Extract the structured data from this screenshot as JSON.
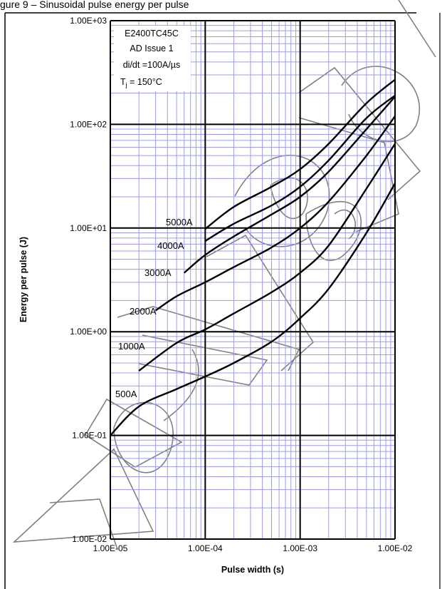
{
  "header_text": "gure 9 – Sinusoidal pulse energy per pulse",
  "chart_data": {
    "type": "line",
    "x_scale": "log",
    "y_scale": "log",
    "xlim": [
      1e-05,
      0.01
    ],
    "ylim": [
      0.01,
      1000
    ],
    "grid": true,
    "xlabel": "Pulse width (s)",
    "ylabel": "Energy per pulse (J)",
    "x_ticks": [
      "1.00E-05",
      "1.00E-04",
      "1.00E-03",
      "1.00E-02"
    ],
    "y_ticks": [
      "1.00E-02",
      "1.00E-01",
      "1.00E+00",
      "1.00E+01",
      "1.00E+02",
      "1.00E+03"
    ],
    "annotations": [
      "E2400TC45C",
      "AD Issue 1",
      "di/dt =100A/µs",
      "T",
      "j",
      " = 150°C"
    ],
    "series": [
      {
        "name": "500A",
        "x": [
          1e-05,
          2e-05,
          5e-05,
          0.0001,
          0.0002,
          0.0005,
          0.001,
          0.002,
          0.005,
          0.01
        ],
        "y": [
          0.1,
          0.19,
          0.28,
          0.37,
          0.5,
          0.8,
          1.35,
          2.6,
          9.0,
          27
        ]
      },
      {
        "name": "1000A",
        "x": [
          2e-05,
          5e-05,
          0.0001,
          0.0002,
          0.0005,
          0.001,
          0.002,
          0.005,
          0.01
        ],
        "y": [
          0.42,
          0.78,
          1.05,
          1.5,
          2.4,
          3.7,
          6.8,
          24,
          65
        ]
      },
      {
        "name": "2000A",
        "x": [
          3e-05,
          5e-05,
          0.0001,
          0.0002,
          0.0005,
          0.001,
          0.002,
          0.005,
          0.01
        ],
        "y": [
          1.6,
          2.2,
          3.0,
          4.2,
          6.5,
          10,
          18,
          50,
          120
        ]
      },
      {
        "name": "3000A",
        "x": [
          6e-05,
          0.0001,
          0.0002,
          0.0005,
          0.001,
          0.002,
          0.005,
          0.01
        ],
        "y": [
          3.7,
          5.5,
          8.3,
          13.5,
          20,
          35,
          90,
          185
        ]
      },
      {
        "name": "4000A",
        "x": [
          0.0001,
          0.0002,
          0.0005,
          0.001,
          0.002,
          0.005,
          0.01
        ],
        "y": [
          7.5,
          11,
          16.5,
          25,
          45,
          115,
          190
        ]
      },
      {
        "name": "5000A",
        "x": [
          0.0001,
          0.0002,
          0.0005,
          0.001,
          0.002,
          0.005,
          0.01
        ],
        "y": [
          9.8,
          16,
          25,
          37,
          65,
          160,
          270
        ]
      }
    ]
  }
}
